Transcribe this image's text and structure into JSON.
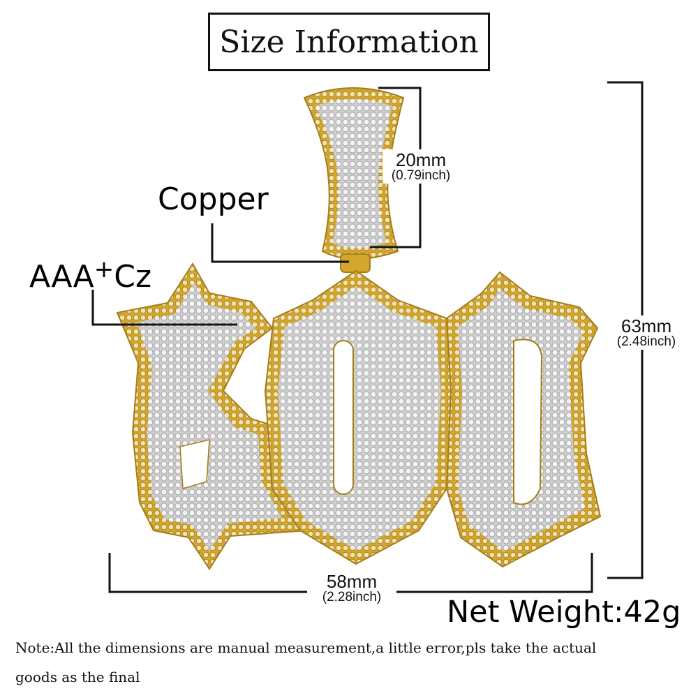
{
  "title": "Size Information",
  "material_label": "Copper",
  "stone_label": {
    "prefix": "AAA",
    "plus": "+",
    "suffix": "Cz"
  },
  "bail_height": {
    "mm": "20mm",
    "inch": "(0.79inch)"
  },
  "total_height": {
    "mm": "63mm",
    "inch": "(2.48inch)"
  },
  "width": {
    "mm": "58mm",
    "inch": "(2.28inch)"
  },
  "net_weight": "Net Weight:42g",
  "note_line1": "Note:All the dimensions are manual measurement,a little error,pls take the actual",
  "note_line2": "goods as the final",
  "colors": {
    "gold": "#d4a72c",
    "silver": "#e6e6e6",
    "line": "#111111"
  }
}
